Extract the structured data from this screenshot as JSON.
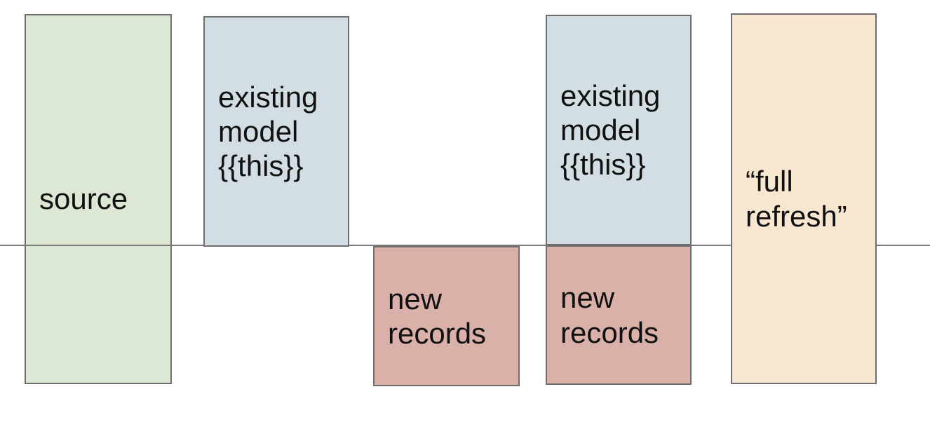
{
  "diagram": {
    "background": "#ffffff",
    "divider_line_color": "#7a7a7a",
    "box_border_color": "#6e6e6e",
    "text_color": "#111111",
    "boxes": {
      "source": {
        "label": "source",
        "fill": "#dce8d4"
      },
      "existing_model_left": {
        "label": "existing\nmodel\n{{this}}",
        "fill": "#d2dee3"
      },
      "new_records_left": {
        "label": "new\nrecords",
        "fill": "#d9b1a8"
      },
      "existing_model_right": {
        "label": "existing\nmodel\n{{this}}",
        "fill": "#d2dee3"
      },
      "new_records_right": {
        "label": "new\nrecords",
        "fill": "#d9b1a8"
      },
      "full_refresh": {
        "label": "“full\nrefresh”",
        "fill": "#f7e6d0"
      }
    }
  }
}
